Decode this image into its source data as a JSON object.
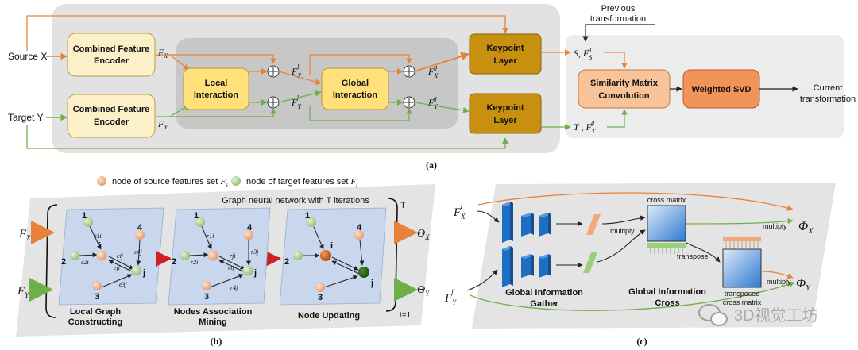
{
  "panel_a": {
    "caption": "(a)",
    "source_input": "Source X",
    "target_input": "Target Y",
    "encoder_line1": "Combined Feature",
    "encoder_line2": "Encoder",
    "fx_label": "F",
    "fx_sub": "X",
    "fy_label": "F",
    "fy_sub": "Y",
    "local_line1": "Local",
    "local_line2": "Interaction",
    "global_line1": "Global",
    "global_line2": "Interaction",
    "fxl": "F",
    "fxl_sub": "X",
    "fxl_sup": "l",
    "fyl": "F",
    "fyl_sub": "Y",
    "fyl_sup": "l",
    "fxg": "F",
    "fxg_sub": "X",
    "fxg_sup": "g",
    "fyg": "F",
    "fyg_sub": "Y",
    "fyg_sup": "g",
    "keypoint_line1": "Keypoint",
    "keypoint_line2": "Layer",
    "prev_line1": "Previous",
    "prev_line2": "transformation",
    "s_label": "S, F",
    "s_sub": "S",
    "s_sup": "g",
    "t_label": "T , F",
    "t_sub": "T",
    "t_sup": "g",
    "sim_line1": "Similarity Matrix",
    "sim_line2": "Convolution",
    "svd_label": "Weighted SVD",
    "current_line1": "Current",
    "current_line2": "transformation"
  },
  "panel_b": {
    "caption": "(b)",
    "legend_source": "node of source features set",
    "legend_source_sym": "F",
    "legend_source_sub": "s",
    "legend_target": "node of target features set",
    "legend_target_sym": "F",
    "legend_target_sub": "t",
    "gnn_title": "Graph neural network with T iterations",
    "iter_top": "T",
    "iter_bottom": "t=1",
    "fx_label": "F",
    "fx_sub": "X",
    "fy_label": "F",
    "fy_sub": "Y",
    "theta_x": "Θ",
    "theta_x_sub": "X",
    "theta_y": "Θ",
    "theta_y_sub": "Y",
    "stage1_line1": "Local Graph",
    "stage1_line2": "Constructing",
    "stage2_line1": "Nodes Association",
    "stage2_line2": "Mining",
    "stage3_label": "Node Updating",
    "node_labels": [
      "1",
      "2",
      "3",
      "4",
      "i",
      "j"
    ],
    "edge_labels": [
      "e1i",
      "e2i",
      "eij",
      "eji",
      "e4j",
      "e3j",
      "r1i",
      "r2i",
      "rji",
      "rij",
      "r3j",
      "r4j"
    ]
  },
  "panel_c": {
    "caption": "(c)",
    "fx_label": "F",
    "fx_sub": "X",
    "fx_sup": "l",
    "fy_label": "F",
    "fy_sub": "Y",
    "fy_sup": "l",
    "gather_line1": "Global Information",
    "gather_line2": "Gather",
    "cross_line1": "Global Information",
    "cross_line2": "Cross",
    "cross_matrix": "cross matrix",
    "transpose": "transpose",
    "transposed_line1": "transposed",
    "transposed_line2": "cross matrix",
    "multiply_1": "multiply",
    "multiply_2": "multiply",
    "multiply_3": "multiply",
    "phi_x": "Φ",
    "phi_x_sub": "X",
    "phi_y": "Φ",
    "phi_y_sub": "Y"
  },
  "watermark": "3D视觉工坊",
  "colors": {
    "orange": "#E8823A",
    "green": "#6FAF4A",
    "encoder_fill": "#FCF0C8",
    "interaction_fill": "#FFE07A",
    "keypoint_fill": "#C8900E",
    "sim_fill": "#F9C39A",
    "svd_fill": "#F2935A",
    "blue_block": "#1E6FC4",
    "graph_bg": "#C8D6EE"
  }
}
